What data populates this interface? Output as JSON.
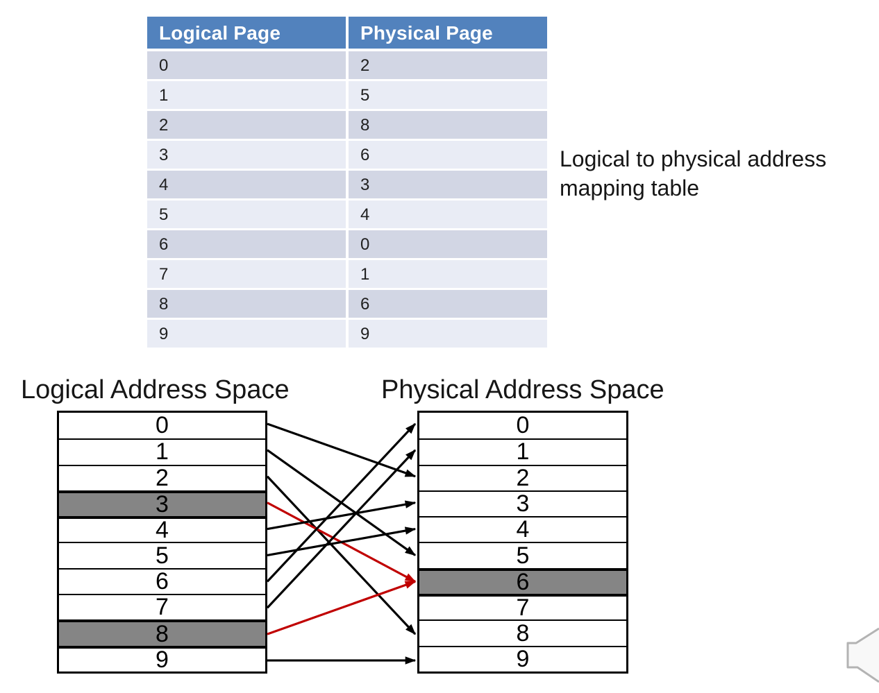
{
  "slide": {
    "caption": "Logical to physical address mapping table"
  },
  "mapping_table": {
    "headers": [
      "Logical Page",
      "Physical Page"
    ],
    "rows": [
      [
        "0",
        "2"
      ],
      [
        "1",
        "5"
      ],
      [
        "2",
        "8"
      ],
      [
        "3",
        "6"
      ],
      [
        "4",
        "3"
      ],
      [
        "5",
        "4"
      ],
      [
        "6",
        "0"
      ],
      [
        "7",
        "1"
      ],
      [
        "8",
        "6"
      ],
      [
        "9",
        "9"
      ]
    ],
    "colors": {
      "header_bg": "#5282bd",
      "header_text": "#ffffff",
      "row_dark": "#d2d6e4",
      "row_light": "#e9ecf5"
    }
  },
  "diagram": {
    "logical": {
      "title": "Logical Address Space",
      "cells": [
        "0",
        "1",
        "2",
        "3",
        "4",
        "5",
        "6",
        "7",
        "8",
        "9"
      ],
      "highlighted_rows": [
        3,
        8
      ]
    },
    "physical": {
      "title": "Physical Address Space",
      "cells": [
        "0",
        "1",
        "2",
        "3",
        "4",
        "5",
        "6",
        "7",
        "8",
        "9"
      ],
      "highlighted_rows": [
        6
      ]
    },
    "highlight_color": "#858585",
    "arrow_colors": {
      "black": "#000000",
      "red": "#c00000"
    },
    "arrows": [
      {
        "from": 0,
        "to": 2,
        "color": "black"
      },
      {
        "from": 1,
        "to": 5,
        "color": "black"
      },
      {
        "from": 2,
        "to": 8,
        "color": "black"
      },
      {
        "from": 3,
        "to": 6,
        "color": "red"
      },
      {
        "from": 4,
        "to": 3,
        "color": "black"
      },
      {
        "from": 5,
        "to": 4,
        "color": "black"
      },
      {
        "from": 6,
        "to": 0,
        "color": "black"
      },
      {
        "from": 7,
        "to": 1,
        "color": "black"
      },
      {
        "from": 8,
        "to": 6,
        "color": "red"
      },
      {
        "from": 9,
        "to": 9,
        "color": "black"
      }
    ]
  },
  "nav": {
    "icon": "next-slide-arrow-icon"
  }
}
